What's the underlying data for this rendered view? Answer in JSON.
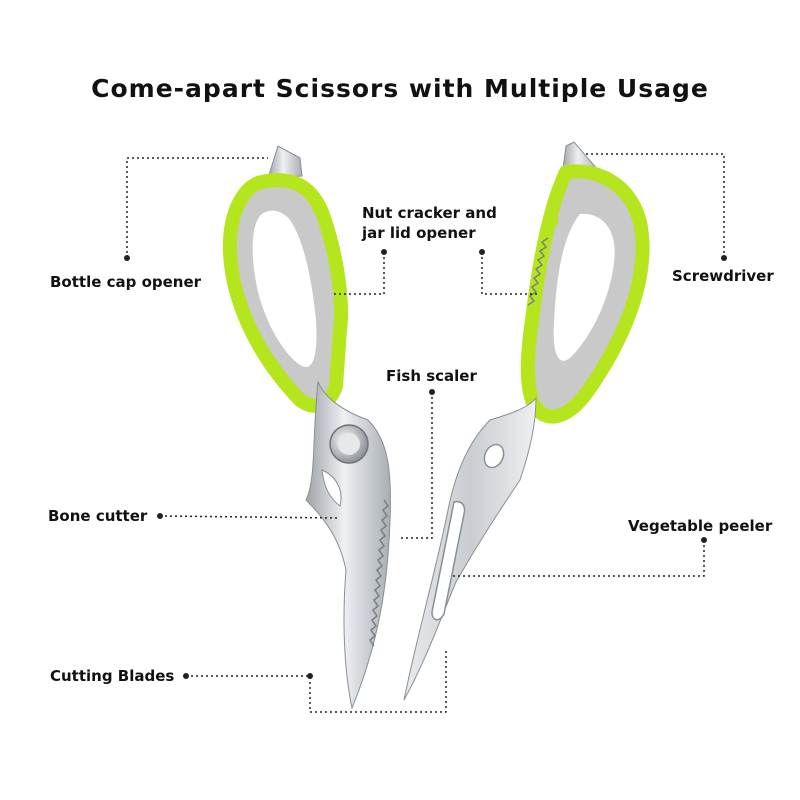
{
  "title": "Come-apart Scissors with Multiple Usage",
  "labels": {
    "bottle_cap_opener": "Bottle cap opener",
    "nut_cracker_line1": "Nut cracker and",
    "nut_cracker_line2": "jar lid opener",
    "screwdriver": "Screwdriver",
    "fish_scaler": "Fish scaler",
    "bone_cutter": "Bone cutter",
    "vegetable_peeler": "Vegetable peeler",
    "cutting_blades": "Cutting Blades"
  },
  "colors": {
    "handle_green": "#b5e61d",
    "handle_grey": "#c8c8c8",
    "blade_steel": "#d9dcdf",
    "leader_line": "#222222"
  }
}
